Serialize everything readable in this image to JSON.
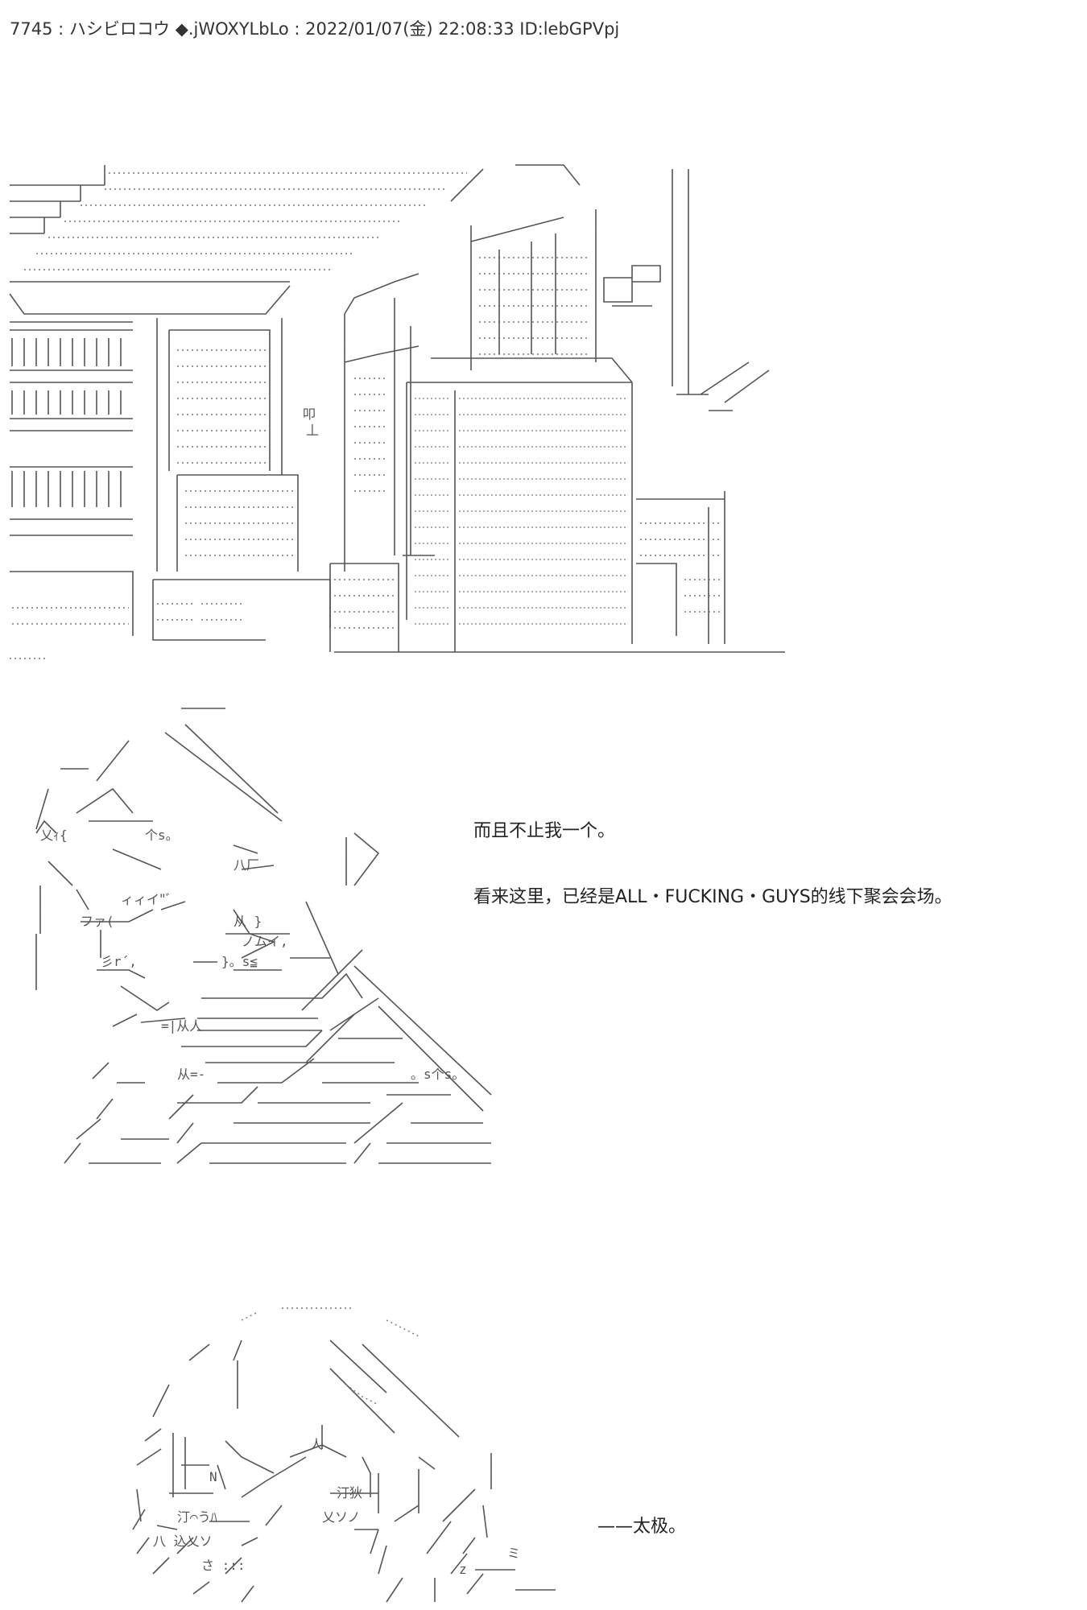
{
  "post": {
    "header": "7745 : ハシビロコウ ◆.jWOXYLbLo : 2022/01/07(金) 22:08:33 ID:lebGPVpj"
  },
  "captions": {
    "line1": "而且不止我一个。",
    "line2": "看来这里，已经是ALL・FUCKING・GUYS的线下聚会会场。",
    "line3": "——太极。"
  },
  "art": {
    "sign_glyph": "叩\n丄"
  }
}
